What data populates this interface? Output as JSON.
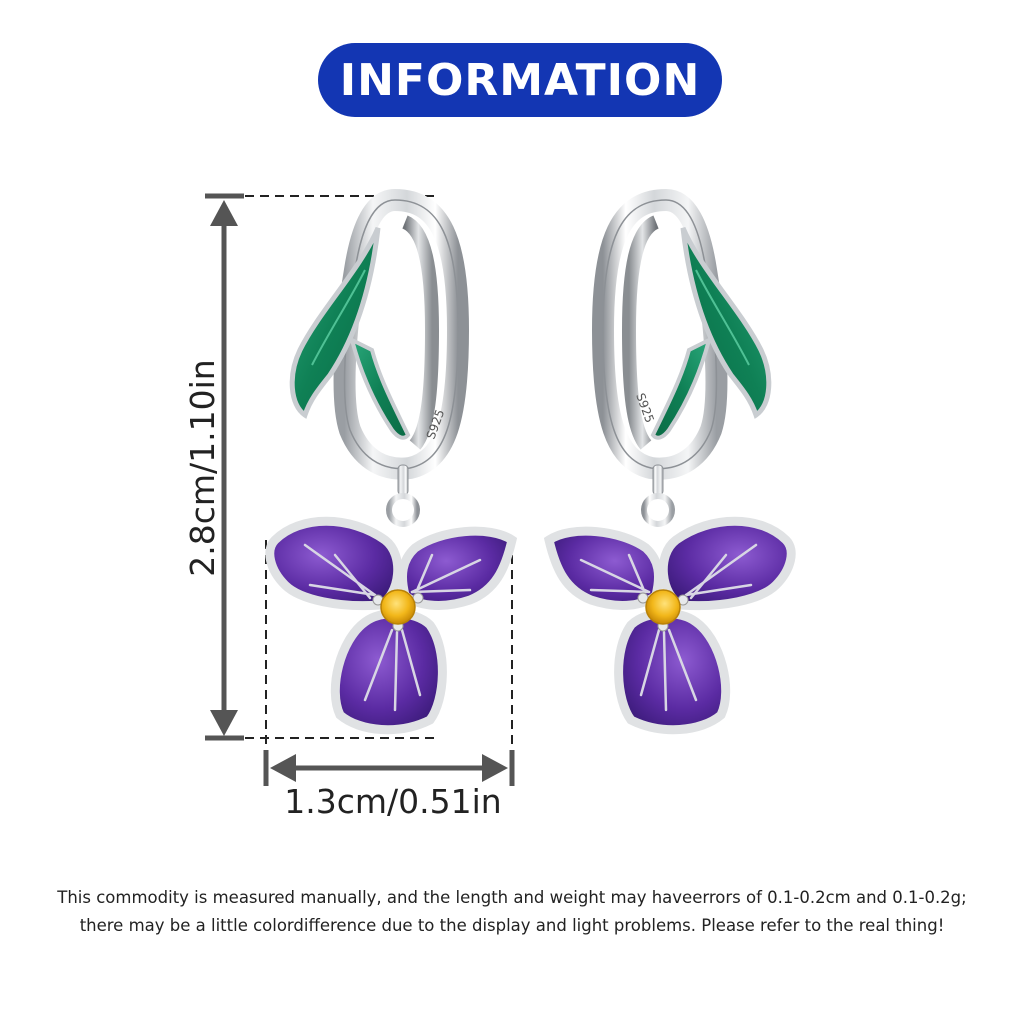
{
  "header": {
    "title": "INFORMATION",
    "banner_color": "#1336b3"
  },
  "dimensions": {
    "height_label": "2.8cm/1.10in",
    "width_label": "1.3cm/0.51in",
    "line_color": "#555555"
  },
  "product": {
    "earrings": [
      {
        "side": "left",
        "stamp": "S925",
        "leaf_color": "#11865a",
        "petal_color": "#5a2a9e",
        "stone_color": "#f2b71a"
      },
      {
        "side": "right",
        "stamp": "S925",
        "leaf_color": "#11865a",
        "petal_color": "#5a2a9e",
        "stone_color": "#f2b71a"
      }
    ]
  },
  "disclaimer": {
    "line1": "This commodity is measured manually, and the length and weight may haveerrors of 0.1-0.2cm and 0.1-0.2g;",
    "line2": "there may be a little colordifference due to the display and light problems. Please refer to the real thing!"
  }
}
